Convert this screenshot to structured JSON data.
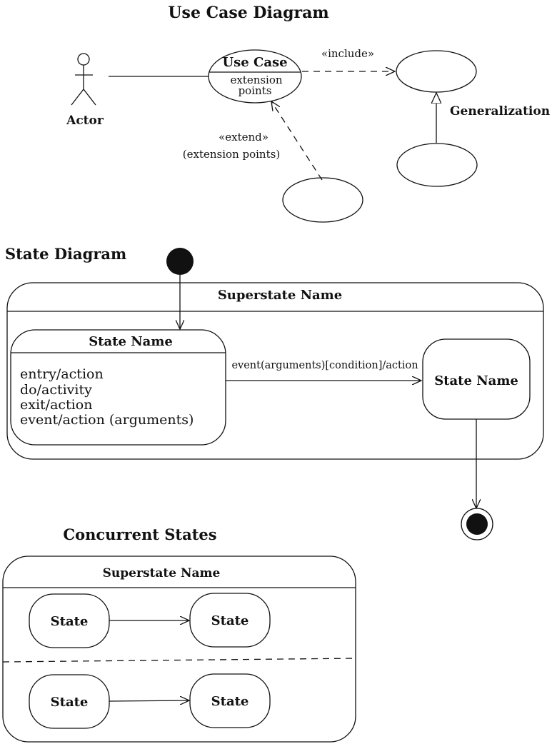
{
  "use_case": {
    "title": "Use Case Diagram",
    "actor_label": "Actor",
    "use_case_name": "Use Case",
    "extension_points_line1": "extension",
    "extension_points_line2": "points",
    "include_label": "«include»",
    "extend_label": "«extend»",
    "extend_sub": "(extension points)",
    "generalization_label": "Generalization"
  },
  "state_diagram": {
    "title": "State Diagram",
    "superstate_name": "Superstate Name",
    "state1_name": "State Name",
    "actions": [
      "entry/action",
      "do/activity",
      "exit/action",
      "event/action (arguments)"
    ],
    "transition_label": "event(arguments)[condition]/action",
    "state2_name": "State Name"
  },
  "concurrent": {
    "title": "Concurrent States",
    "superstate_name": "Superstate Name",
    "states": [
      "State",
      "State",
      "State",
      "State"
    ]
  }
}
